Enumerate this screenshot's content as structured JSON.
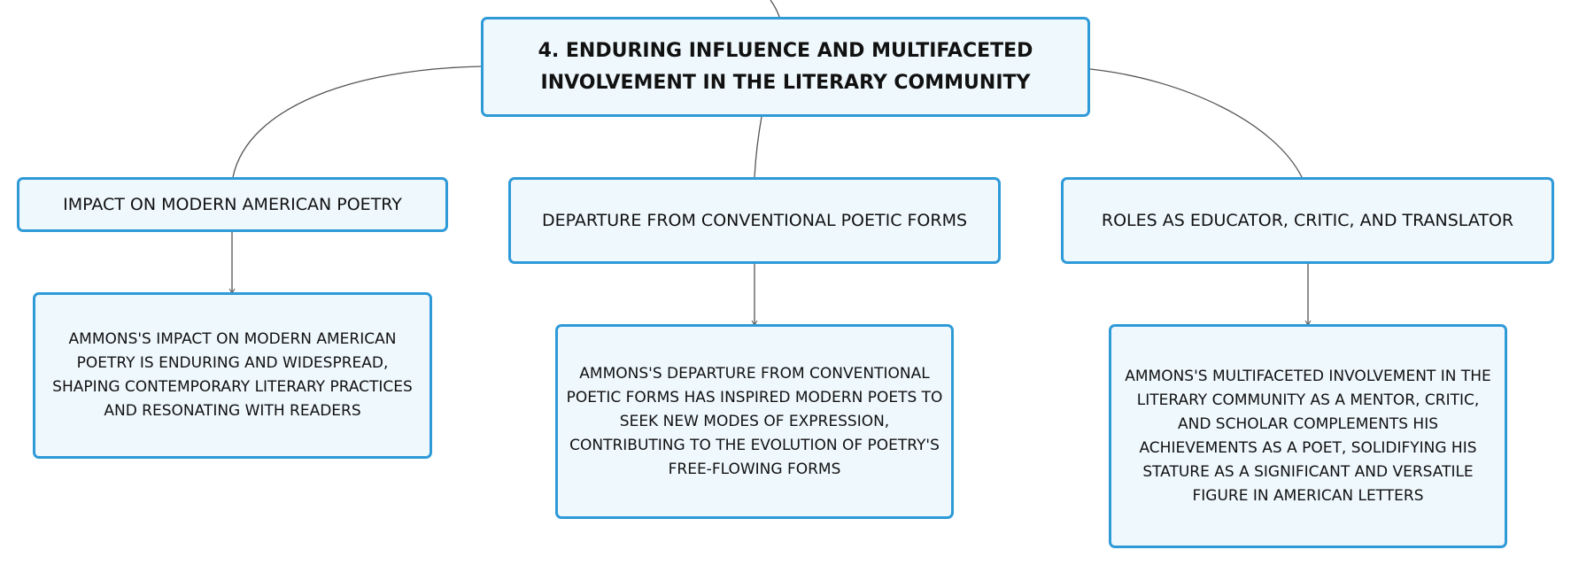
{
  "colors": {
    "node_fill": "#eff8fd",
    "node_border": "#2f9ad8",
    "connector": "#555555",
    "text": "#111111"
  },
  "root": {
    "line1": "4. ENDURING INFLUENCE AND MULTIFACETED",
    "line2": "INVOLVEMENT IN THE LITERARY COMMUNITY"
  },
  "branches": [
    {
      "label": "IMPACT ON MODERN AMERICAN POETRY",
      "detail": "AMMONS'S IMPACT ON MODERN AMERICAN POETRY IS ENDURING AND WIDESPREAD, SHAPING CONTEMPORARY LITERARY PRACTICES AND RESONATING WITH READERS"
    },
    {
      "label": "DEPARTURE FROM CONVENTIONAL POETIC FORMS",
      "detail": "AMMONS'S DEPARTURE FROM CONVENTIONAL POETIC FORMS HAS INSPIRED MODERN POETS TO SEEK NEW MODES OF EXPRESSION, CONTRIBUTING TO THE EVOLUTION OF POETRY'S FREE-FLOWING FORMS"
    },
    {
      "label": "ROLES AS EDUCATOR, CRITIC, AND TRANSLATOR",
      "detail": "AMMONS'S MULTIFACETED INVOLVEMENT IN THE LITERARY COMMUNITY AS A MENTOR, CRITIC, AND SCHOLAR COMPLEMENTS HIS ACHIEVEMENTS AS A POET, SOLIDIFYING HIS STATURE AS A SIGNIFICANT AND VERSATILE FIGURE IN AMERICAN LETTERS"
    }
  ]
}
